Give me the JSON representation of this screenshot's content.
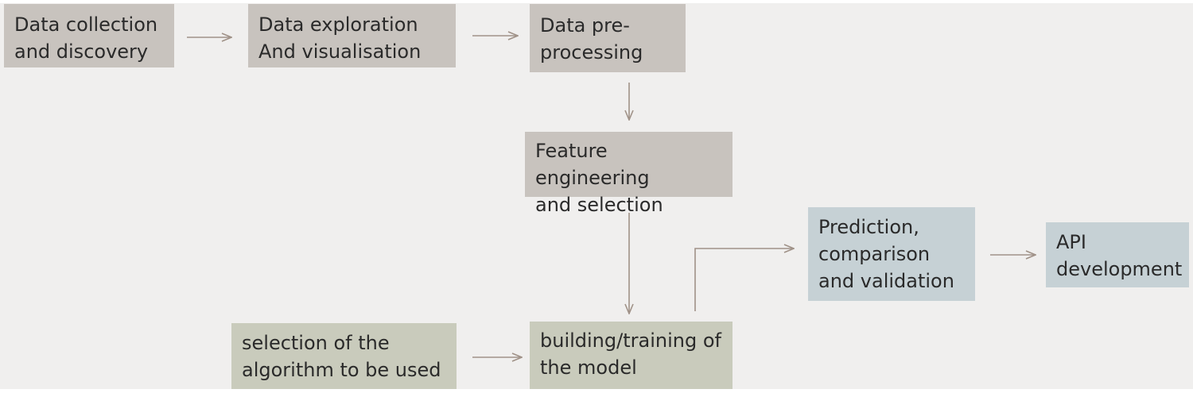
{
  "colors": {
    "background": "#f0efee",
    "box_tan": "#c8c3be",
    "box_olive": "#c9cbbc",
    "box_blue": "#c6d1d5",
    "arrow": "#a09288"
  },
  "steps": {
    "collection": {
      "line1": "Data collection",
      "line2": "and discovery"
    },
    "exploration": {
      "line1": "Data exploration",
      "line2": "And visualisation"
    },
    "preprocessing": {
      "line1": "Data pre-",
      "line2": "processing"
    },
    "feature": {
      "line1": "Feature engineering",
      "line2": "and selection"
    },
    "algorithm": {
      "line1": "selection of the",
      "line2": "algorithm to be used"
    },
    "training": {
      "line1": "building/training of",
      "line2": "the model"
    },
    "prediction": {
      "line1": "Prediction,",
      "line2": "comparison",
      "line3": "and validation"
    },
    "api": {
      "line1": "API",
      "line2": "development"
    }
  }
}
